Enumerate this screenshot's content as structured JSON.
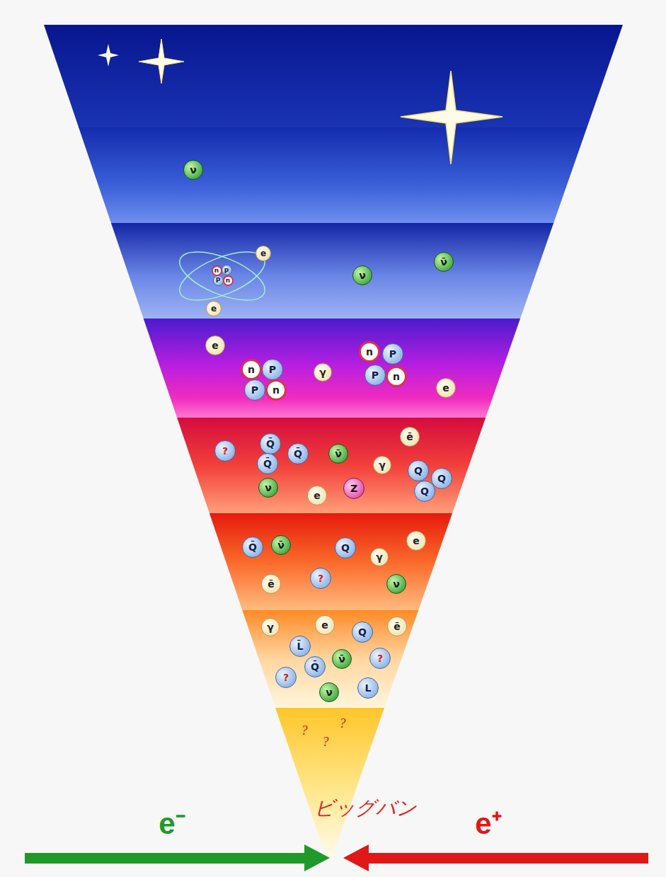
{
  "diagram": {
    "nodes": [
      {
        "text": [
          "ν"
        ]
      },
      {
        "text": [
          "e"
        ]
      },
      {
        "text": [
          "ν̄"
        ]
      },
      {
        "text": [
          "n"
        ]
      },
      {
        "text": [
          "p"
        ]
      },
      {
        "text": [
          "P"
        ]
      },
      {
        "text": [
          "n"
        ]
      },
      {
        "text": [
          "ν"
        ]
      },
      {
        "text": [
          "e"
        ]
      },
      {
        "text": [
          "e"
        ]
      },
      {
        "text": [
          "n"
        ]
      },
      {
        "text": [
          "P"
        ]
      },
      {
        "text": [
          "n"
        ]
      },
      {
        "text": [
          "P"
        ]
      },
      {
        "text": [
          "γ"
        ]
      },
      {
        "text": [
          "P"
        ]
      },
      {
        "text": [
          "n"
        ]
      },
      {
        "text": [
          "e"
        ]
      },
      {
        "text": [
          "P"
        ]
      },
      {
        "text": [
          "n"
        ]
      },
      {
        "text": [
          "ē"
        ]
      },
      {
        "text": [
          "Q̄"
        ]
      },
      {
        "text": [
          "?"
        ]
      },
      {
        "text": [
          "Q̄"
        ]
      },
      {
        "text": [
          "ν̄"
        ]
      },
      {
        "text": [
          "Q̄"
        ]
      },
      {
        "text": [
          "γ"
        ]
      },
      {
        "text": [
          "Q"
        ]
      },
      {
        "text": [
          "Q"
        ]
      },
      {
        "text": [
          "ν"
        ]
      },
      {
        "text": [
          "Z"
        ]
      },
      {
        "text": [
          "Q"
        ]
      },
      {
        "text": [
          "e"
        ]
      },
      {
        "text": [
          "e"
        ]
      },
      {
        "text": [
          "ν̄"
        ]
      },
      {
        "text": [
          "Q̄"
        ]
      },
      {
        "text": [
          "Q"
        ]
      },
      {
        "text": [
          "γ"
        ]
      },
      {
        "text": [
          "?"
        ]
      },
      {
        "text": [
          "ē"
        ]
      },
      {
        "text": [
          "ν"
        ]
      },
      {
        "text": [
          "e"
        ]
      },
      {
        "text": [
          "ē"
        ]
      },
      {
        "text": [
          "γ"
        ]
      },
      {
        "text": [
          "Q"
        ]
      },
      {
        "text": [
          "L̄"
        ]
      },
      {
        "text": [
          "?"
        ]
      },
      {
        "text": [
          "ν̄"
        ]
      },
      {
        "text": [
          "Q̄"
        ]
      },
      {
        "text": [
          "?"
        ]
      },
      {
        "text": [
          "L"
        ]
      },
      {
        "text": [
          "ν"
        ]
      }
    ],
    "labels": [
      "?",
      "?",
      "?",
      "ビッグバン",
      "e⁻",
      "e⁺"
    ]
  }
}
